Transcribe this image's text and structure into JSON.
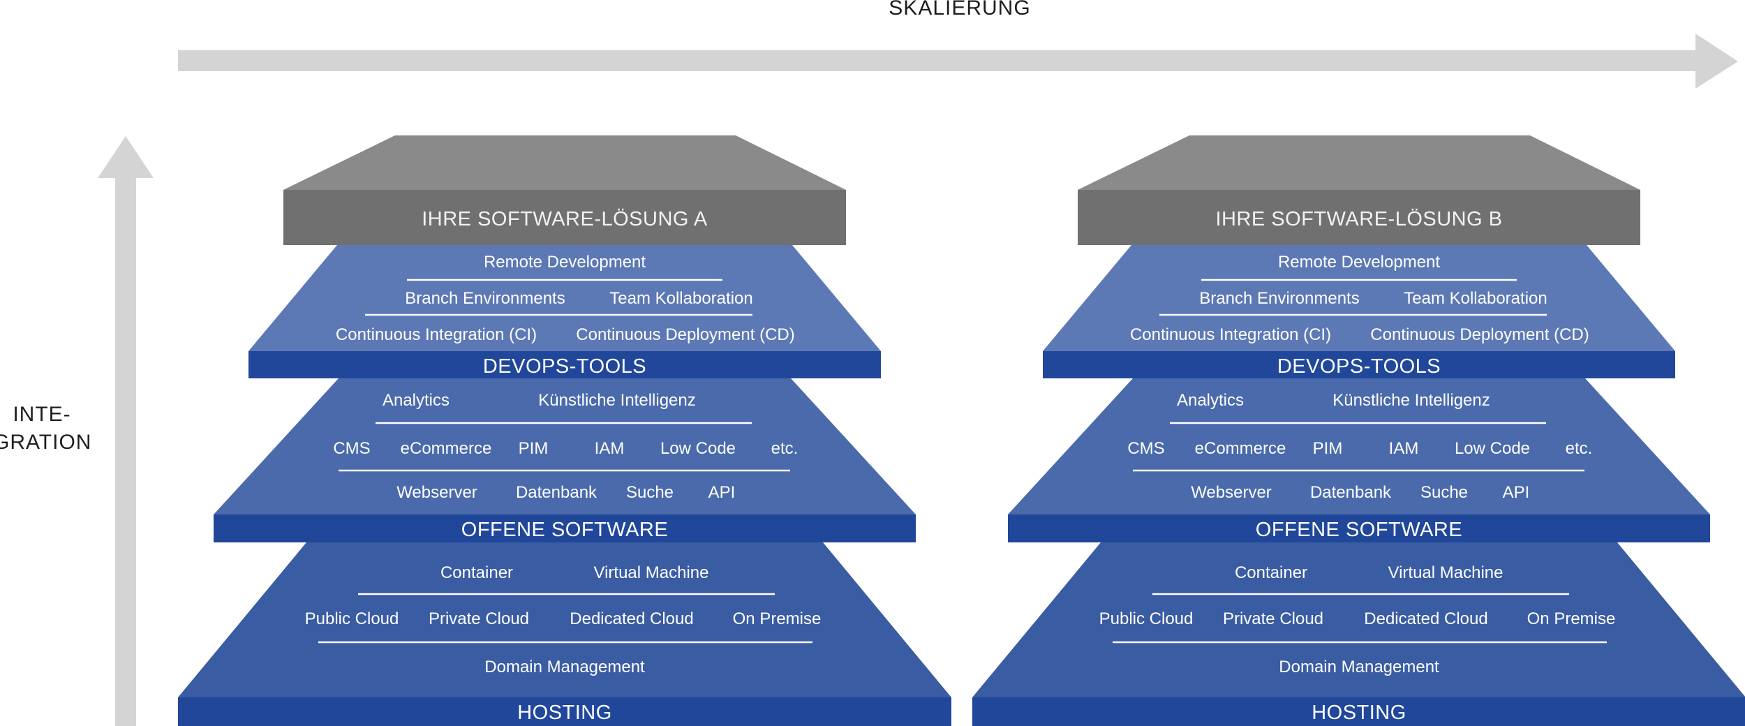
{
  "axes": {
    "horizontal": {
      "label": "SKALIERUNG",
      "direction": "right",
      "color": "#d4d4d4"
    },
    "vertical": {
      "label_lines": [
        "INTE-",
        "GRATION"
      ],
      "direction": "up",
      "color": "#d4d4d4"
    }
  },
  "colors": {
    "cap_top": "#8a8a8a",
    "cap_front": "#707070",
    "devops_body": "#5c79b5",
    "software_body": "#4a6aab",
    "hosting_body": "#3a5ca3",
    "band": "#20479a",
    "separator": "#ffffff"
  },
  "pyramids": [
    {
      "id": "a",
      "title": "IHRE SOFTWARE-LÖSUNG A",
      "layers": [
        {
          "id": "devops",
          "band_label": "DEVOPS-TOOLS",
          "rows": [
            [
              "Remote Development"
            ],
            [
              "Branch Environments",
              "Team Kollaboration"
            ],
            [
              "Continuous Integration (CI)",
              "Continuous Deployment (CD)"
            ]
          ]
        },
        {
          "id": "software",
          "band_label": "OFFENE SOFTWARE",
          "rows": [
            [
              "Analytics",
              "Künstliche Intelligenz"
            ],
            [
              "CMS",
              "eCommerce",
              "PIM",
              "IAM",
              "Low Code",
              "etc."
            ],
            [
              "Webserver",
              "Datenbank",
              "Suche",
              "API"
            ]
          ]
        },
        {
          "id": "hosting",
          "band_label": "HOSTING",
          "rows": [
            [
              "Container",
              "Virtual Machine"
            ],
            [
              "Public Cloud",
              "Private Cloud",
              "Dedicated Cloud",
              "On Premise"
            ],
            [
              "Domain Management"
            ]
          ]
        }
      ]
    },
    {
      "id": "b",
      "title": "IHRE SOFTWARE-LÖSUNG B",
      "layers": [
        {
          "id": "devops",
          "band_label": "DEVOPS-TOOLS",
          "rows": [
            [
              "Remote Development"
            ],
            [
              "Branch Environments",
              "Team Kollaboration"
            ],
            [
              "Continuous Integration (CI)",
              "Continuous Deployment (CD)"
            ]
          ]
        },
        {
          "id": "software",
          "band_label": "OFFENE SOFTWARE",
          "rows": [
            [
              "Analytics",
              "Künstliche Intelligenz"
            ],
            [
              "CMS",
              "eCommerce",
              "PIM",
              "IAM",
              "Low Code",
              "etc."
            ],
            [
              "Webserver",
              "Datenbank",
              "Suche",
              "API"
            ]
          ]
        },
        {
          "id": "hosting",
          "band_label": "HOSTING",
          "rows": [
            [
              "Container",
              "Virtual Machine"
            ],
            [
              "Public Cloud",
              "Private Cloud",
              "Dedicated Cloud",
              "On Premise"
            ],
            [
              "Domain Management"
            ]
          ]
        }
      ]
    }
  ]
}
